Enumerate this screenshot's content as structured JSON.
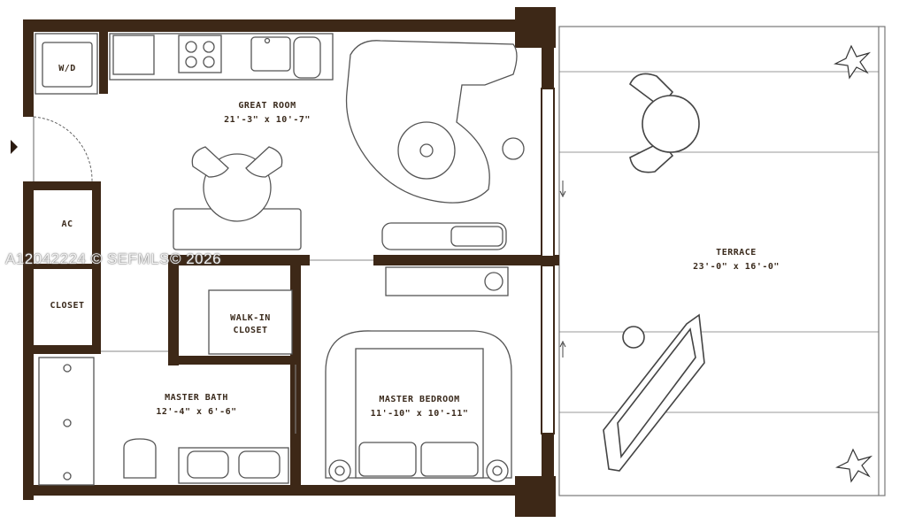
{
  "colors": {
    "wall": "#3d2817",
    "line": "#555555",
    "label": "#3a2a1c"
  },
  "rooms": {
    "wd": "W/D",
    "great_room": {
      "name": "GREAT ROOM",
      "dims": "21'-3\" x 10'-7\""
    },
    "ac": "AC",
    "closet": "CLOSET",
    "walk_in": {
      "line1": "WALK-IN",
      "line2": "CLOSET"
    },
    "master_bath": {
      "name": "MASTER BATH",
      "dims": "12'-4\" x 6'-6\""
    },
    "master_bedroom": {
      "name": "MASTER BEDROOM",
      "dims": "11'-10\" x 10'-11\""
    },
    "terrace": {
      "name": "TERRACE",
      "dims": "23'-0\" x 16'-0\""
    }
  },
  "watermark": "A12042224 © SEFMLS© 2026"
}
